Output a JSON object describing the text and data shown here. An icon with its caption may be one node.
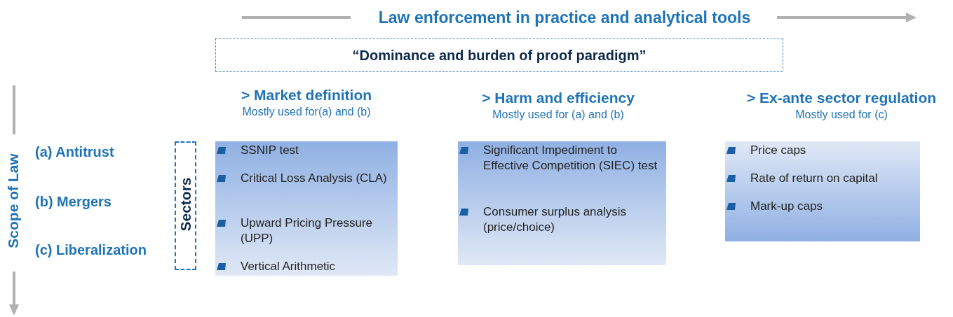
{
  "diagram": {
    "title": "Law enforcement in practice and analytical tools",
    "nodes": [
      {
        "text": [
          "“Dominance and burden of proof paradigm”"
        ]
      },
      {
        "text": [
          "Sectors"
        ]
      },
      {
        "text": [
          "> Market definition",
          "Mostly used for(a) and (b)",
          "SSNIP test",
          "Critical Loss Analysis (CLA)",
          "Upward Pricing Pressure (UPP)",
          "Vertical Arithmetic"
        ]
      },
      {
        "text": [
          "> Harm and efficiency",
          "Mostly used for (a) and (b)",
          "Significant Impediment to Effective Competition (SIEC) test",
          "Consumer surplus analysis (price/choice)"
        ]
      },
      {
        "text": [
          "> Ex-ante sector regulation",
          "Mostly used for (c)",
          "Price caps",
          "Rate of return on capital",
          "Mark-up caps"
        ]
      }
    ],
    "labels": [
      "Scope of Law",
      "(a) Antitrust",
      "(b) Mergers",
      "(c) Liberalization"
    ]
  }
}
